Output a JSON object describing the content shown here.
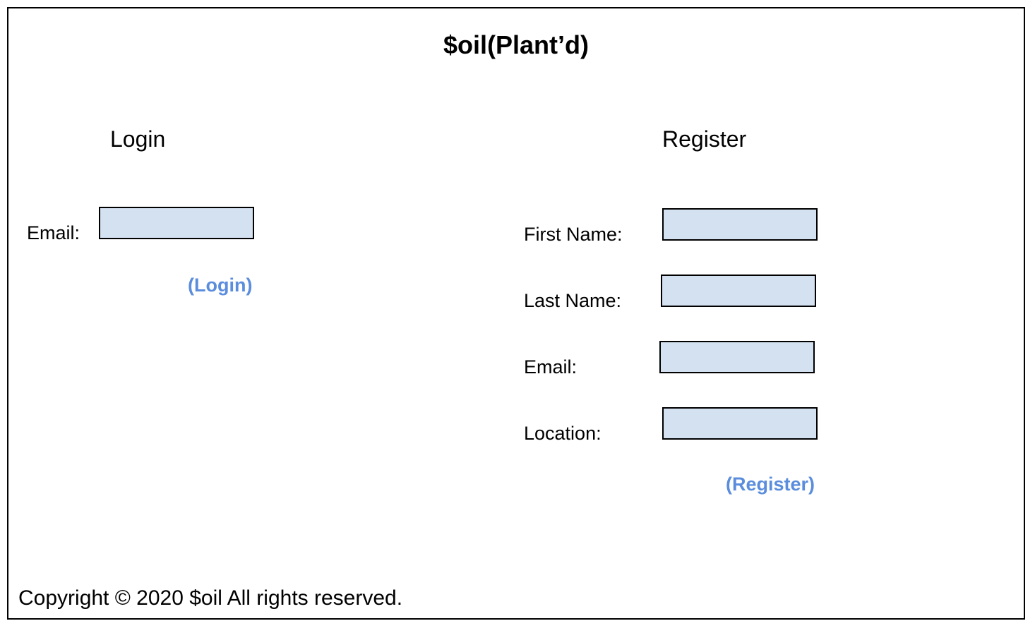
{
  "app": {
    "title": "$oil(Plant’d)"
  },
  "login": {
    "heading": "Login",
    "email_label": "Email:",
    "email_value": "",
    "submit_label": "(Login)"
  },
  "register": {
    "heading": "Register",
    "first_name_label": "First Name:",
    "first_name_value": "",
    "last_name_label": "Last Name:",
    "last_name_value": "",
    "email_label": "Email:",
    "email_value": "",
    "location_label": "Location:",
    "location_value": "",
    "submit_label": "(Register)"
  },
  "footer": {
    "copyright": "Copyright © 2020 $oil All rights reserved."
  },
  "colors": {
    "input_fill": "#d4e1f1",
    "link": "#5b8ddd",
    "border": "#000000"
  }
}
